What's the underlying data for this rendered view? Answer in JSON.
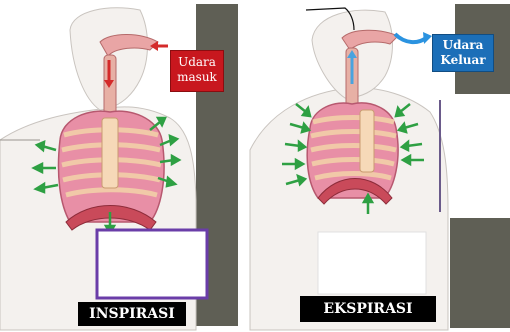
{
  "panels": [
    {
      "name": "inspirasi",
      "callout_lines": [
        "Udara",
        "masuk"
      ],
      "label": "INSPIRASI",
      "callout_color": "#c8171e",
      "arrow_color": "#2ea043",
      "airflow_arrow_color": "#d42a2a"
    },
    {
      "name": "ekspirasi",
      "callout_lines": [
        "Udara",
        "Keluar"
      ],
      "label": "EKSPIRASI",
      "callout_color": "#1c6fb8",
      "arrow_color": "#2ea043",
      "airflow_arrow_color": "#4aa3df"
    }
  ],
  "colors": {
    "lung": "#e88fa6",
    "rib": "#f1c9a8",
    "diaphragm": "#c94a5a",
    "skin": "#f4f1ee",
    "frame_gray": "#5f5f55",
    "purple_box": "#6a3da8"
  }
}
